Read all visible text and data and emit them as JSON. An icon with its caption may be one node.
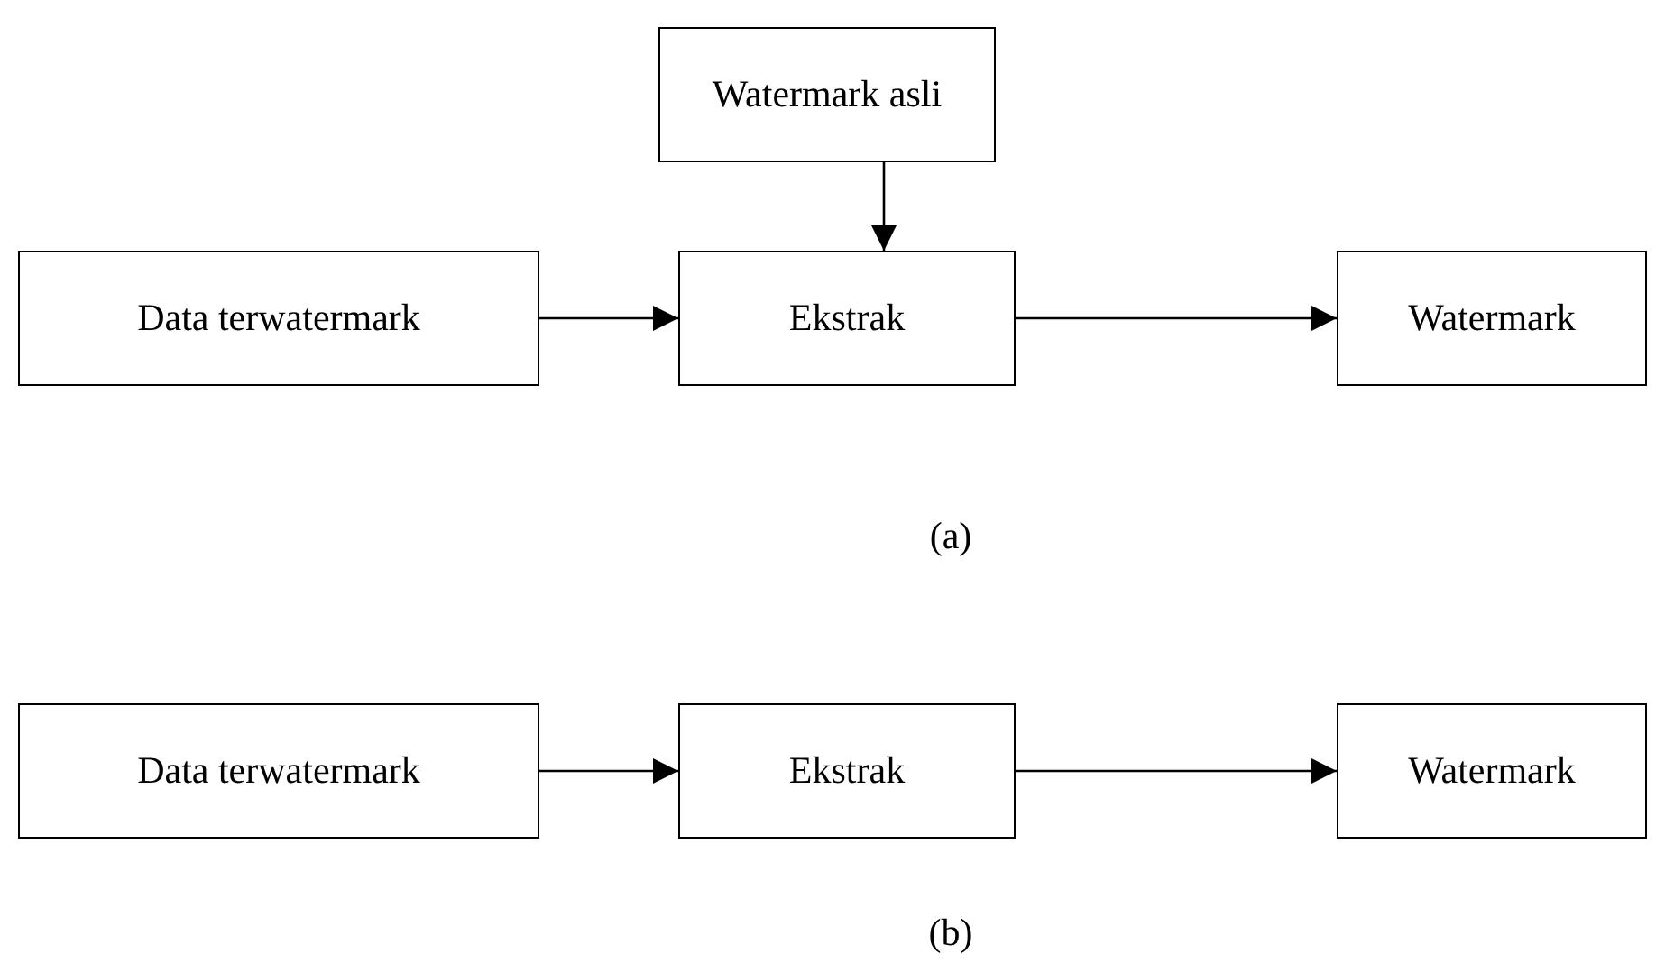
{
  "diagram": {
    "nodes": [
      {
        "text": [
          "Watermark asli"
        ]
      },
      {
        "text": [
          "Data terwatermark"
        ]
      },
      {
        "text": [
          "Ekstrak"
        ]
      },
      {
        "text": [
          "Watermark"
        ]
      },
      {
        "text": [
          "Data terwatermark"
        ]
      },
      {
        "text": [
          "Ekstrak"
        ]
      },
      {
        "text": [
          "Watermark"
        ]
      }
    ],
    "edges": [
      {
        "from": 0,
        "to": 2,
        "arrow": "to"
      },
      {
        "from": 1,
        "to": 2,
        "arrow": "to"
      },
      {
        "from": 2,
        "to": 3,
        "arrow": "to"
      },
      {
        "from": 4,
        "to": 5,
        "arrow": "to"
      },
      {
        "from": 5,
        "to": 6,
        "arrow": "to"
      }
    ],
    "labels": [
      "(a)",
      "(b)"
    ]
  }
}
